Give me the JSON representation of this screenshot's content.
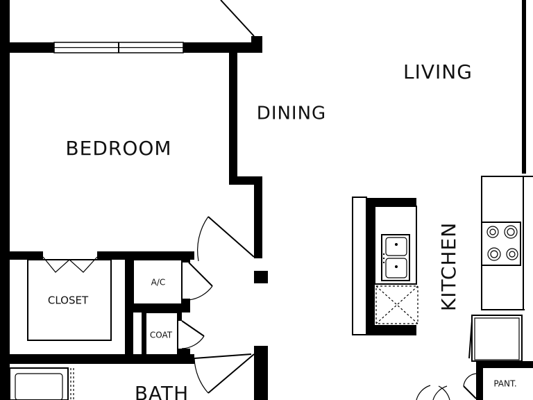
{
  "rooms": {
    "living": "LIVING",
    "dining": "DINING",
    "bedroom": "BEDROOM",
    "kitchen": "KITCHEN",
    "closet": "CLOSET",
    "ac": "A/C",
    "coat": "COAT",
    "bath": "BATH",
    "pantry": "PANT."
  }
}
